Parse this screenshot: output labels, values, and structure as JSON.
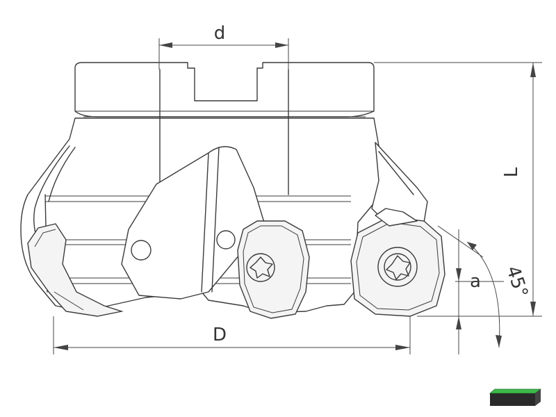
{
  "labels": {
    "bore_diameter": "d",
    "cutter_diameter": "D",
    "length": "L",
    "depth": "a",
    "angle": "45°"
  },
  "icons": {
    "material_swatch": "green-carbide-block-icon"
  },
  "colors": {
    "line": "#3a3a3a",
    "swatch_top": "#3dbb4a",
    "swatch_body": "#2a2a2a"
  }
}
